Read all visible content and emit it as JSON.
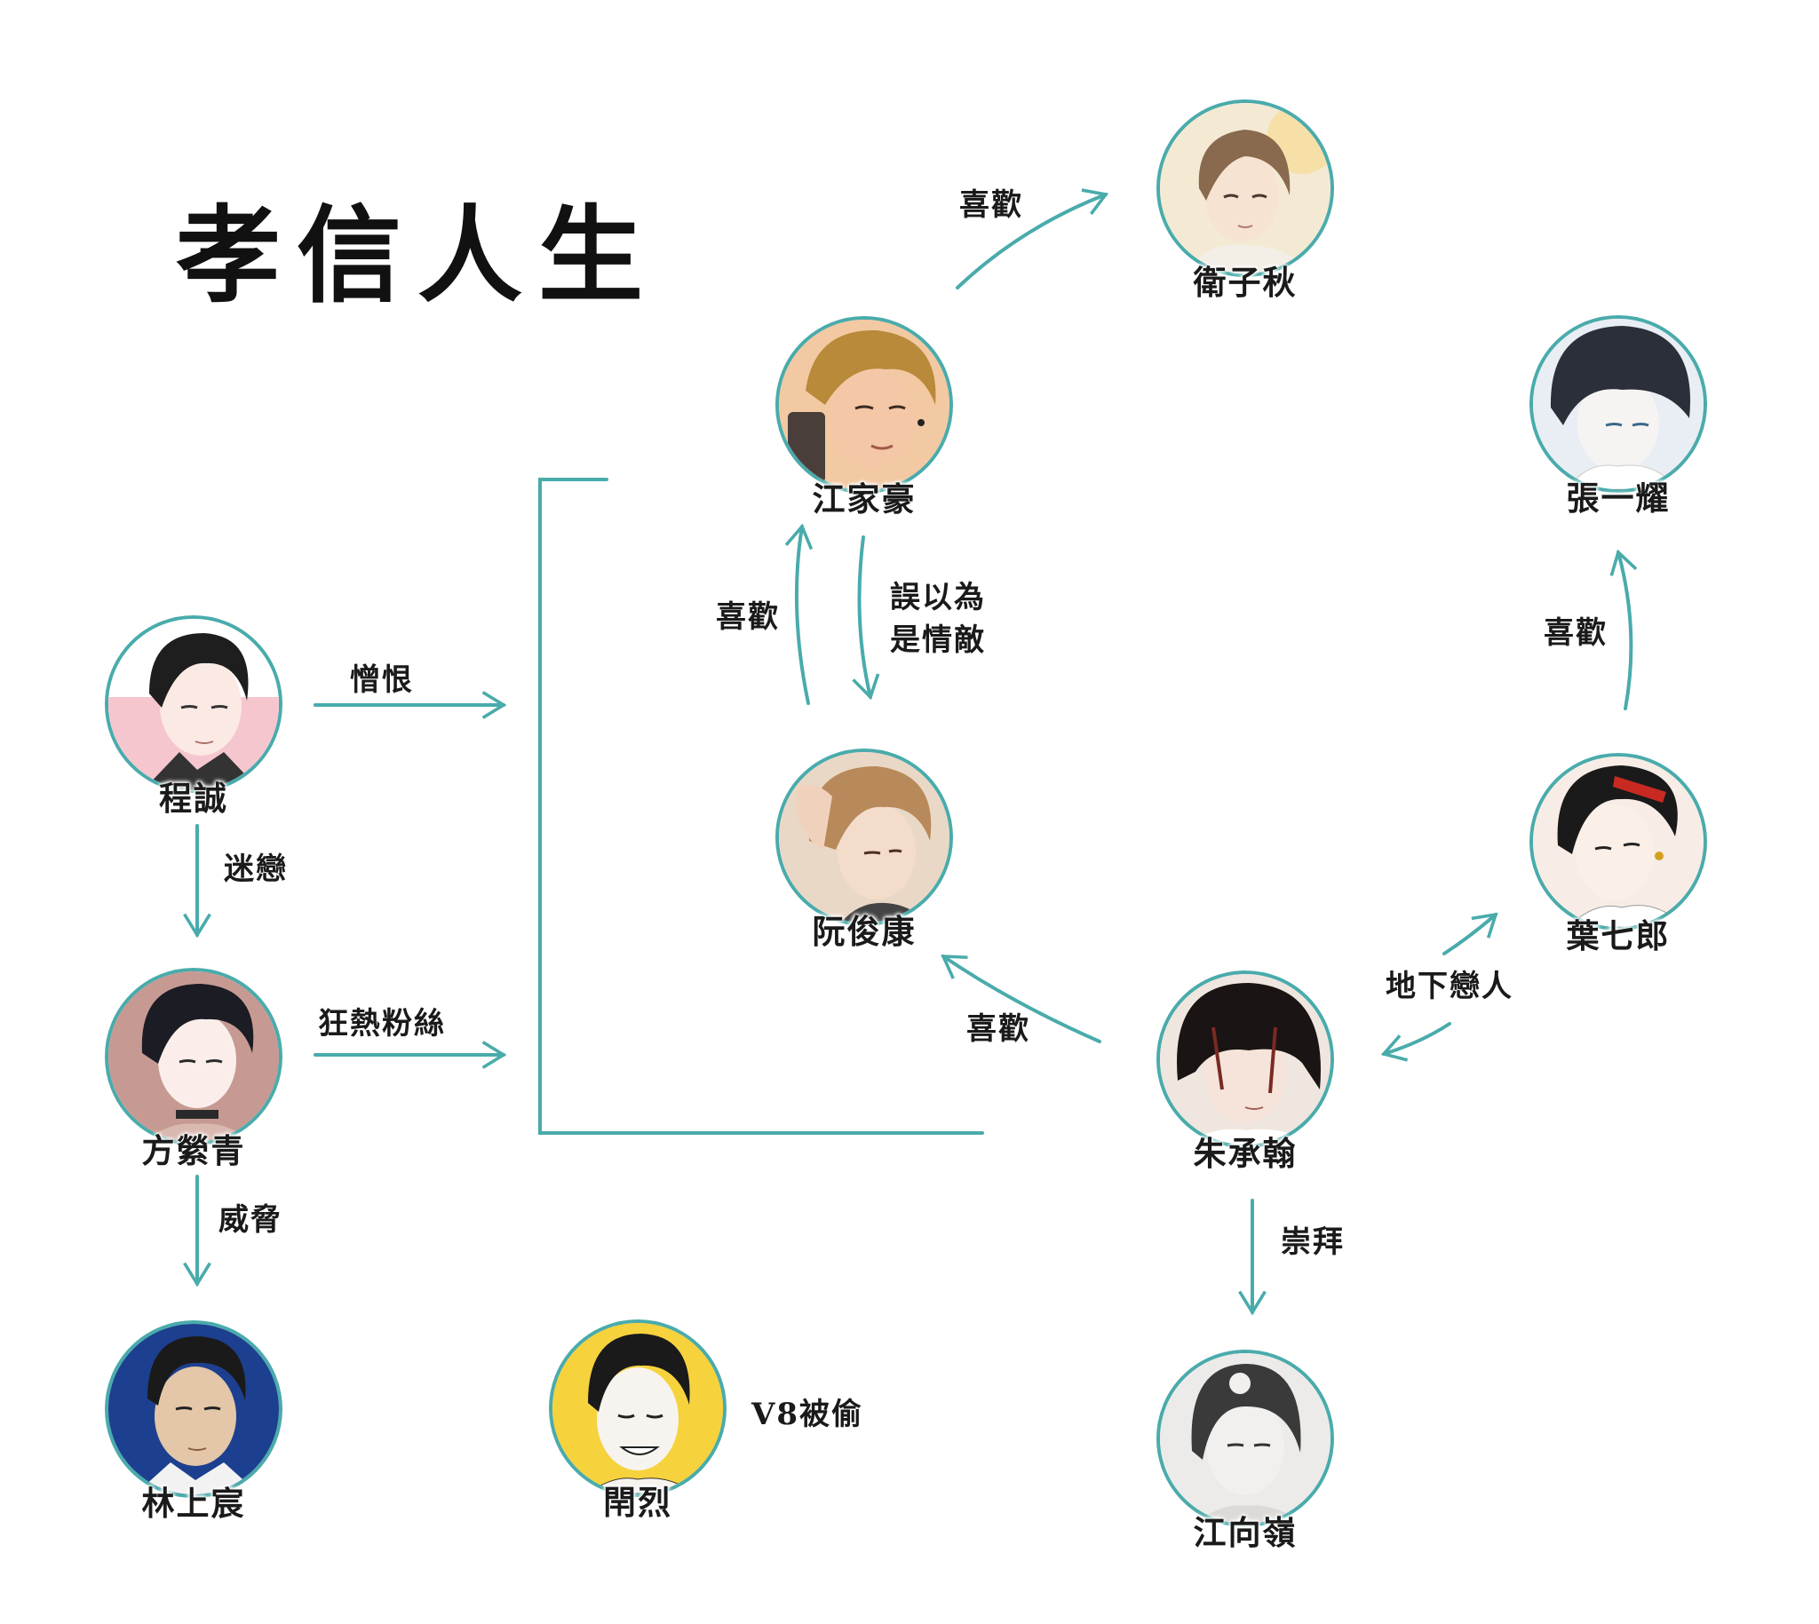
{
  "title": "孝信人生",
  "colors": {
    "accent": "#4aabab",
    "text": "#1a1a1a",
    "background": "#ffffff"
  },
  "characters": {
    "wei_ziqiu": {
      "name": "衛子秋",
      "bg": "#f4ead4"
    },
    "jiang_jiahao": {
      "name": "江家豪",
      "bg": "#f2c9a2"
    },
    "zhang_yiyao": {
      "name": "張一耀",
      "bg": "#e9eef4"
    },
    "cheng_cheng": {
      "name": "程誠",
      "bg": "#f6c6cf"
    },
    "ruan_junkang": {
      "name": "阮俊康",
      "bg": "#ead8c6"
    },
    "ye_qilang": {
      "name": "葉七郎",
      "bg": "#f7ede6"
    },
    "fang_yingqing": {
      "name": "方縈青",
      "bg": "#c69a93"
    },
    "zhu_chenghan": {
      "name": "朱承翰",
      "bg": "#efe6df"
    },
    "lin_shangchen": {
      "name": "林上宸",
      "bg": "#1d3f8f"
    },
    "kai_lie": {
      "name": "閈烈",
      "bg": "#f6d23d"
    },
    "jiang_xiangling": {
      "name": "江向嶺",
      "bg": "#ecebe9"
    }
  },
  "relations": {
    "jiahao_to_ziqiu": "喜歡",
    "junkang_to_jiahao": "喜歡",
    "jiahao_to_junkang_line1": "誤以為",
    "jiahao_to_junkang_line2": "是情敵",
    "qilang_to_yiyao": "喜歡",
    "cheng_to_group": "憎恨",
    "cheng_to_fang": "迷戀",
    "fang_to_group": "狂熱粉絲",
    "zhu_to_junkang": "喜歡",
    "zhu_qilang": "地下戀人",
    "fang_to_lin": "威脅",
    "zhu_to_xiangling": "崇拜",
    "kai_lie_note": "V8被偷"
  }
}
